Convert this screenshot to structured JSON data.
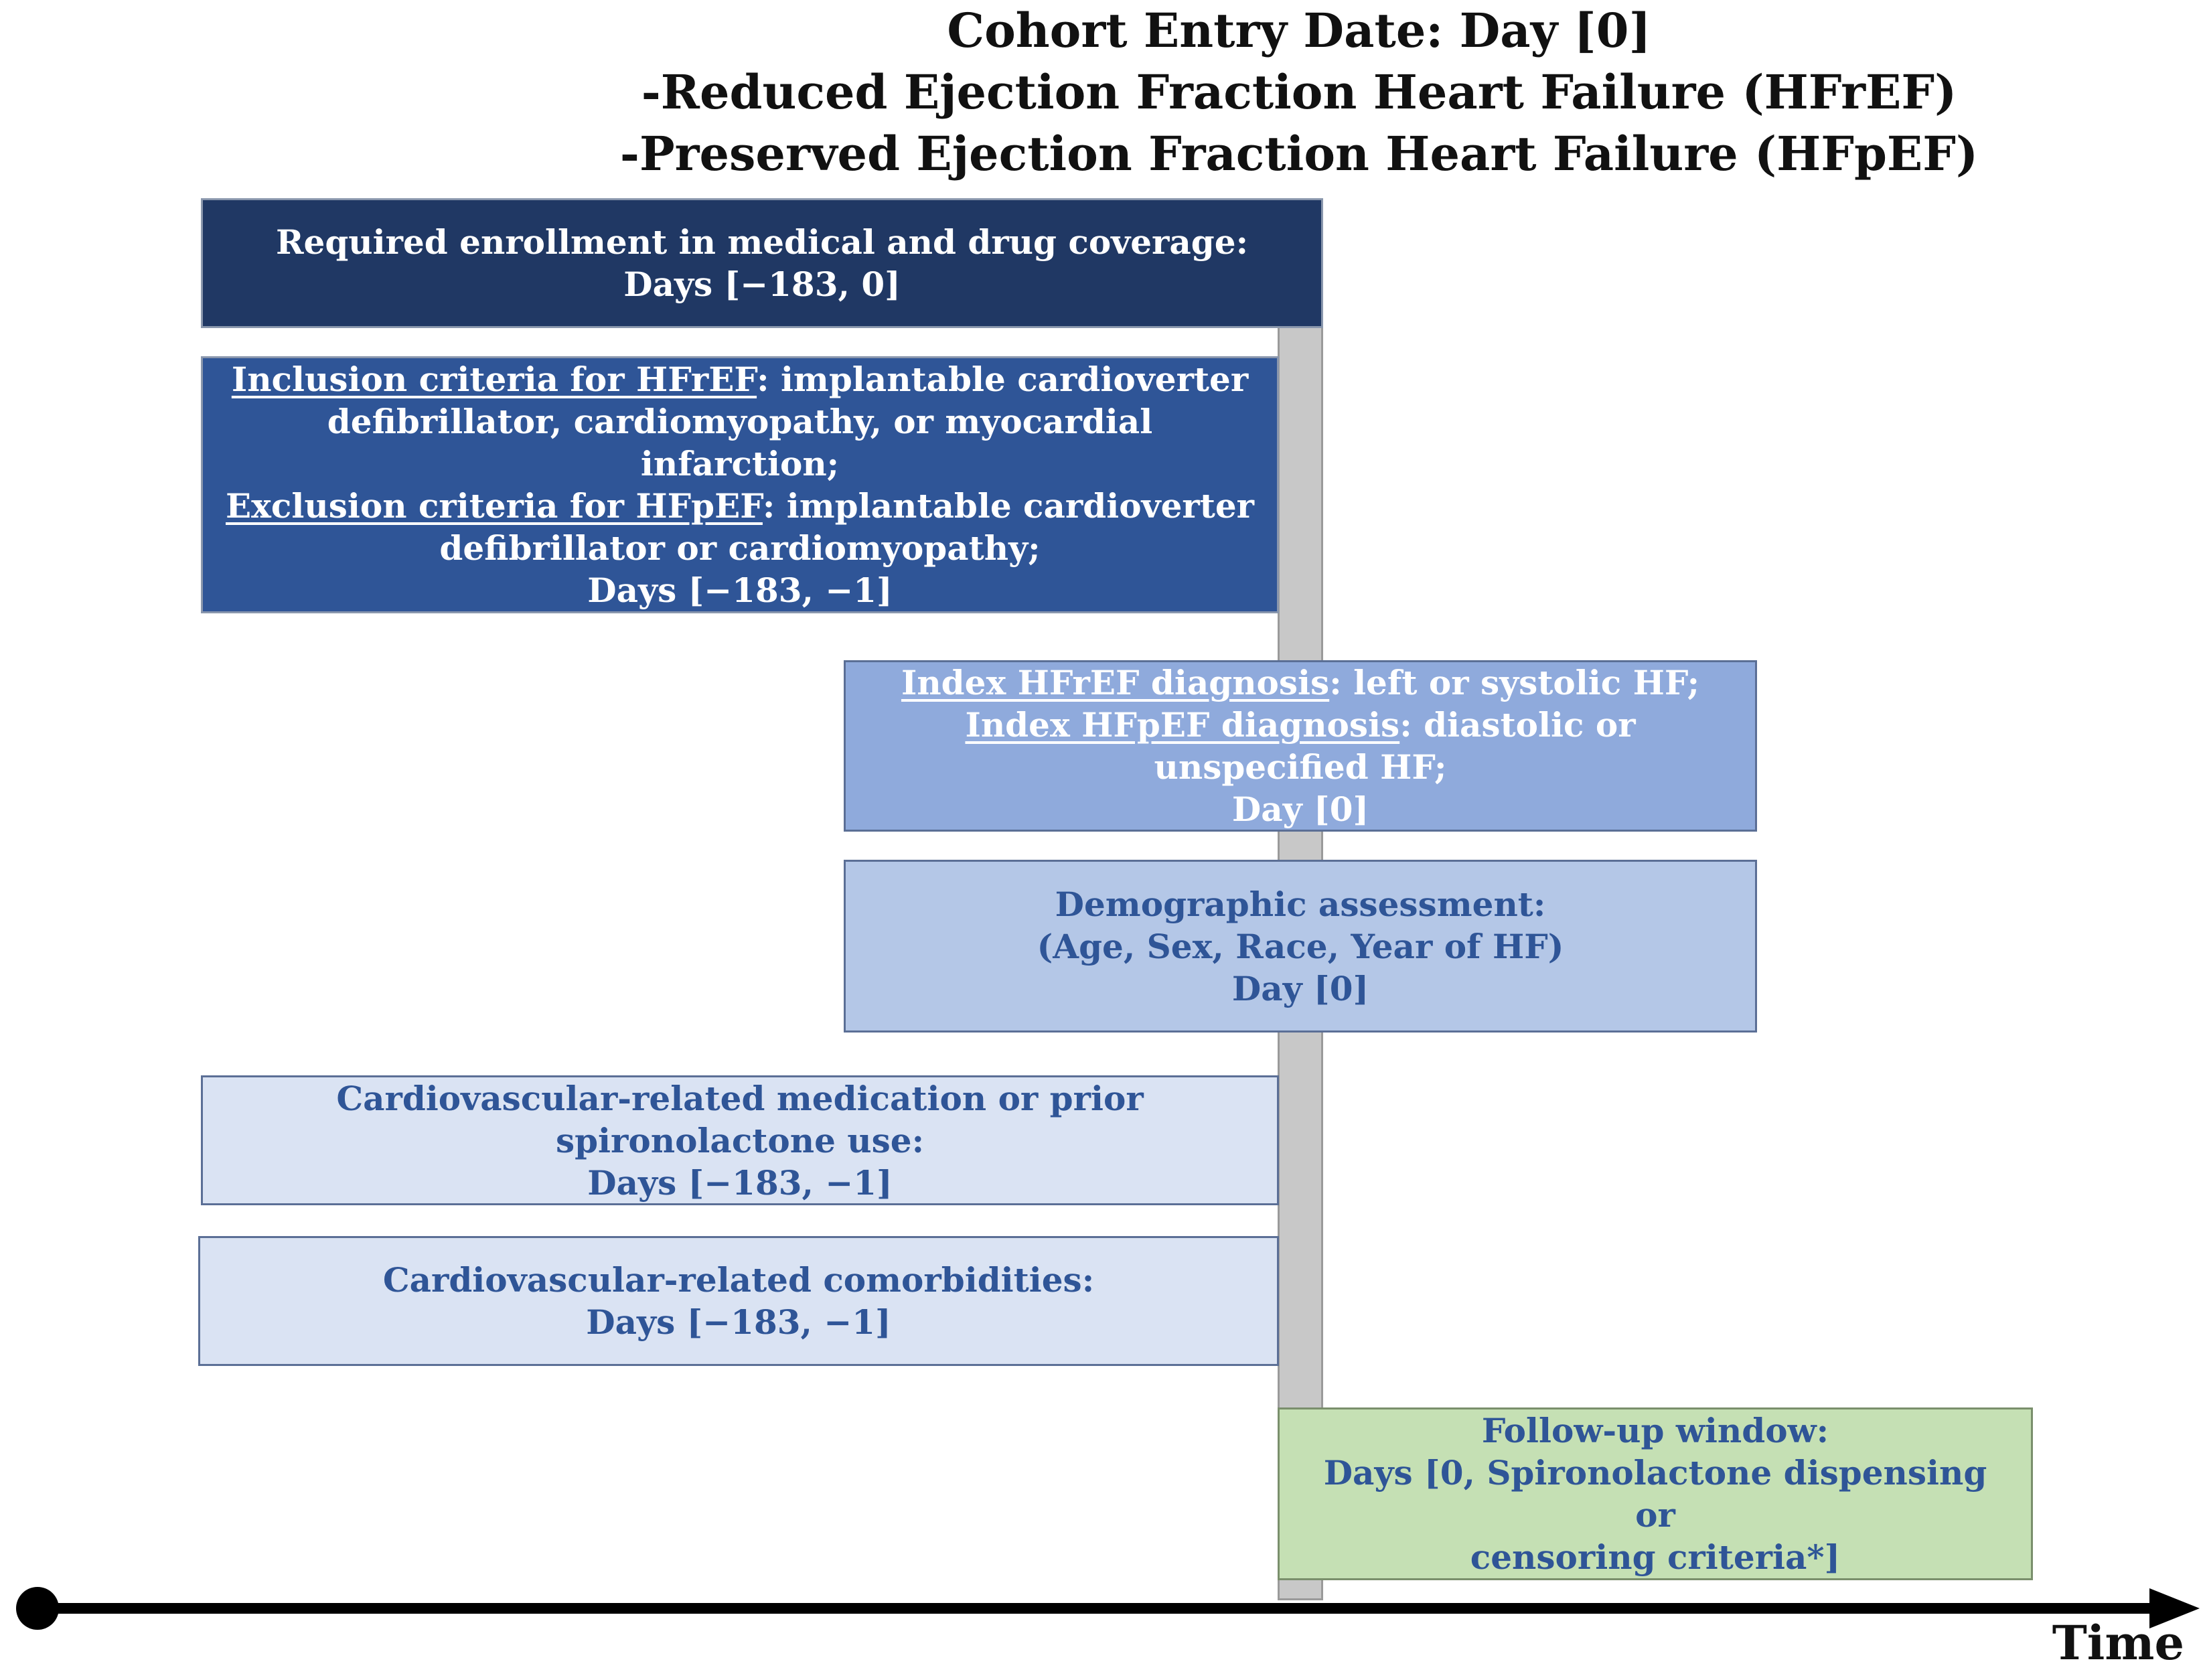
{
  "title": {
    "line1": "Cohort Entry Date: Day [0]",
    "line2": "-Reduced Ejection Fraction Heart Failure (HFrEF)",
    "line3": "-Preserved Ejection Fraction Heart Failure (HFpEF)"
  },
  "boxes": {
    "enrollment": {
      "label": "Required enrollment in medical and drug coverage:",
      "days": "Days [−183, 0]"
    },
    "criteria": {
      "inclusion_label": "Inclusion criteria for HFrEF",
      "inclusion_text_a": ": implantable cardioverter",
      "inclusion_text_b": "defibrillator, cardiomyopathy, or myocardial infarction;",
      "exclusion_label": "Exclusion criteria for HFpEF",
      "exclusion_text_a": ": implantable cardioverter",
      "exclusion_text_b": "defibrillator or cardiomyopathy;",
      "days": "Days [−183, −1]"
    },
    "index": {
      "hfref_label": "Index HFrEF diagnosis",
      "hfref_text": ": left or systolic HF;",
      "hfpef_label": "Index HFpEF diagnosis",
      "hfpef_text": ": diastolic or unspecified HF;",
      "day": "Day [0]"
    },
    "demographic": {
      "label": "Demographic assessment:",
      "detail": "(Age, Sex, Race, Year of HF)",
      "day": "Day [0]"
    },
    "medication": {
      "label": "Cardiovascular-related medication or prior spironolactone use:",
      "days": "Days [−183, −1]"
    },
    "comorbidities": {
      "label": "Cardiovascular-related comorbidities:",
      "days": "Days [−183, −1]"
    },
    "followup": {
      "label": "Follow-up window:",
      "line2": "Days [0, Spironolactone dispensing or",
      "line3": "censoring criteria*]"
    }
  },
  "axis": {
    "label": "Time"
  },
  "colors": {
    "dark_navy": "#203864",
    "navy": "#2f5597",
    "medium_blue": "#8faadc",
    "light_blue": "#b4c7e7",
    "pale_blue": "#dae3f3",
    "light_green": "#c5e0b4",
    "day0_bar": "#c8c8c8"
  }
}
